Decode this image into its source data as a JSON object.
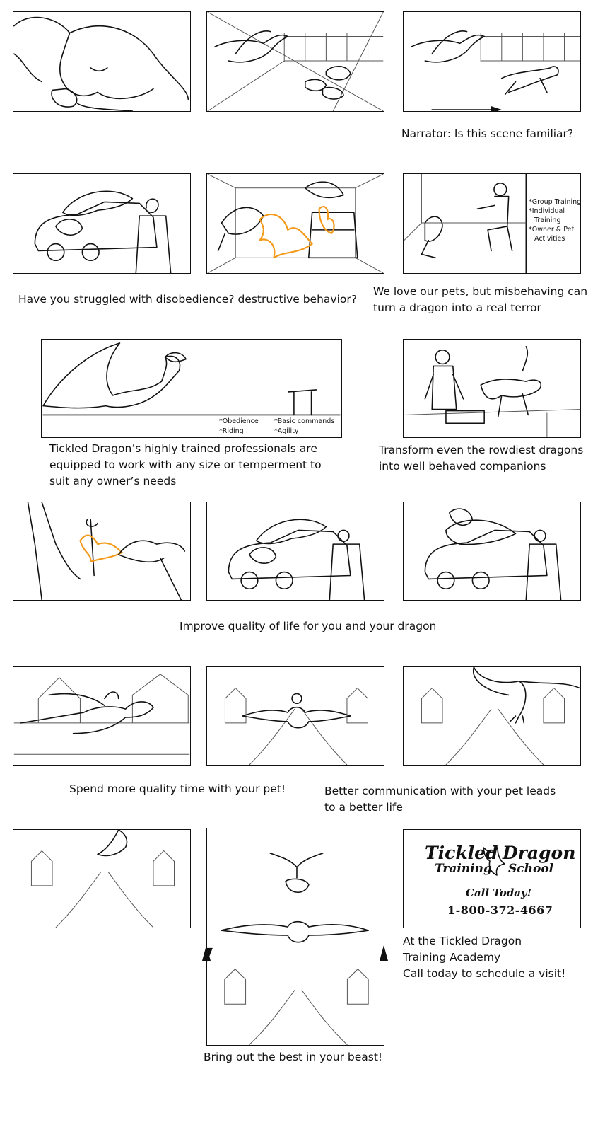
{
  "captions": {
    "narrator": "Narrator: Is this scene familiar?",
    "struggle": "Have you struggled with disobedience? destructive behavior?",
    "love_1": "We love our pets, but misbehaving can",
    "love_2": "turn a dragon into a real terror",
    "pros_1": "Tickled Dragon’s highly trained professionals are",
    "pros_2": "equipped to work with any size or temperment to",
    "pros_3": "suit any owner’s needs",
    "transform_1": "Transform even the rowdiest dragons",
    "transform_2": "into well behaved companions",
    "quality": "Improve quality of life for you and your dragon",
    "time": "Spend more quality time with your pet!",
    "comm_1": "Better communication with your pet leads",
    "comm_2": "to a better life",
    "academy_1": "At the Tickled Dragon",
    "academy_2": "Training Academy",
    "academy_3": "Call today to schedule a visit!",
    "best": "Bring out the best in your beast!"
  },
  "training_list": {
    "group": "*Group Training",
    "individual_1": "*Individual",
    "individual_2": "Training",
    "owner_1": "*Owner & Pet",
    "owner_2": "Activities"
  },
  "services": {
    "obedience": "*Obedience",
    "riding": "*Riding",
    "basic": "*Basic commands",
    "agility": "*Agility"
  },
  "logo": {
    "word1": "Tickled",
    "word2": "Dragon",
    "word3": "Training",
    "word4": "School",
    "call": "Call Today!",
    "phone": "1-800-372-4667"
  },
  "icons": [
    "dragon-icon",
    "dog-icon",
    "car-icon",
    "person-icon",
    "house-icon",
    "fire-icon",
    "arrow-icon"
  ],
  "colors": {
    "ink": "#111111",
    "fire": "#f39a1a",
    "paper": "#ffffff"
  }
}
